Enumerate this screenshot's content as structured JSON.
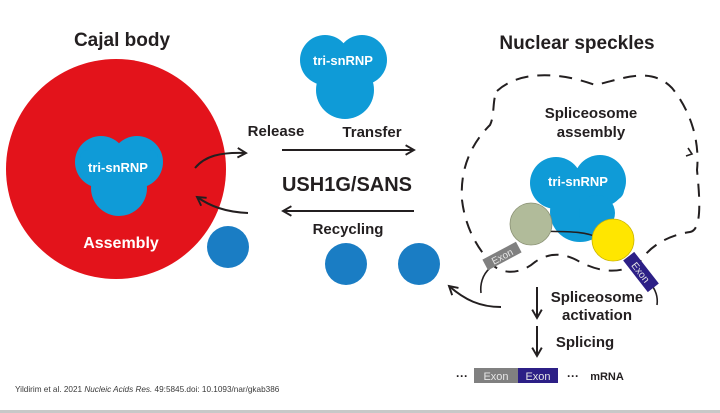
{
  "colors": {
    "cajal_body": "#e3131b",
    "snrnp": "#0f9bd7",
    "snrnp_dark": "#1a7dc4",
    "exon_gray": "#808080",
    "exon_navy": "#2c1f86",
    "green_protein": "#b1bb9a",
    "yellow_protein": "#ffe600",
    "text": "#231f20"
  },
  "titles": {
    "cajal_body": "Cajal body",
    "nuclear_speckles": "Nuclear speckles"
  },
  "cajal": {
    "complex_label": "tri-snRNP",
    "assembly_label": "Assembly"
  },
  "transport": {
    "complex_label": "tri-snRNP",
    "release": "Release",
    "transfer": "Transfer",
    "protein": "USH1G/SANS",
    "recycling": "Recycling"
  },
  "speckles": {
    "spliceosome_assembly_line1": "Spliceosome",
    "spliceosome_assembly_line2": "assembly",
    "complex_label": "tri-snRNP",
    "exon_left": "Exon",
    "exon_right": "Exon",
    "activation_line1": "Spliceosome",
    "activation_line2": "activation",
    "splicing": "Splicing"
  },
  "mrna": {
    "dots_left": "···",
    "exon1": "Exon",
    "exon2": "Exon",
    "dots_right": "···",
    "label": "mRNA"
  },
  "citation": {
    "authors": "Yildirim et al. 2021 ",
    "journal": "Nucleic Acids Res.",
    "rest": " 49:5845.doi: 10.1093/nar/gkab386"
  }
}
